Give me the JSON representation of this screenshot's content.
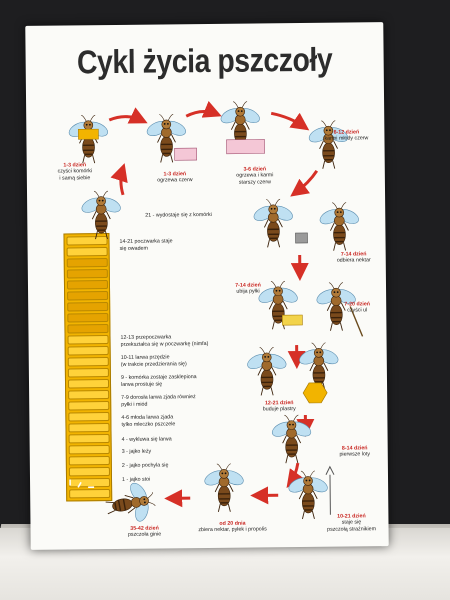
{
  "poster": {
    "title": "Cykl życia pszczoły",
    "stages": {
      "s1": {
        "day": "1-3 dzień",
        "text": "czyści komórki\ni samą siebie"
      },
      "s2": {
        "day": "1-3 dzień",
        "text": "ogrzewa czerw"
      },
      "s3": {
        "day": "3-6 dzień",
        "text": "ogrzewa i karmi\nstarszy czerw"
      },
      "s4": {
        "day": "6-12 dzień",
        "text": "karmi młody czerw"
      },
      "s5": {
        "day": "7-14 dzień",
        "text": "odbiera nektar"
      },
      "s6": {
        "day": "7-14 dzień",
        "text": "ubija pyłki"
      },
      "s7": {
        "day": "7-20 dzień",
        "text": "czyści ul"
      },
      "s8": {
        "day": "12-21 dzień",
        "text": "buduje plastry"
      },
      "s9": {
        "day": "8-14 dzień",
        "text": "pierwsze loty"
      },
      "s10": {
        "day": "10-21 dzień",
        "text": "staje się\npszczołą strażnikiem"
      },
      "s11": {
        "day": "od 20 dnia",
        "text": "zbiera nektar, pyłek i propolis"
      },
      "s12": {
        "day": "35-42 dzień",
        "text": "pszczoła ginie"
      }
    },
    "development": {
      "d21": "21 - wydostaje się z komórki",
      "d14": "14-21 poczwarka staje\nsię owadem",
      "d12": "12-13 przepoczwarka\nprzekształca się w poczwarkę (nimfa)",
      "d10": "10-11 larwa przędzie\n(w trakcie przedzierania się)",
      "d9": "9 - komórka zostaje zasklepiona\nlarwa prostuje się",
      "d7": "7-9 dorosła larwa zjada również\npyłki i miód",
      "d4": "4-6 młoda larwa zjada\ntylko mleczko pszczele",
      "d3b": "4 - wykluwa się larwa",
      "d3": "3 - jajko leży",
      "d2": "2 - jajko pochyla się",
      "d1": "1 - jajko stoi"
    }
  },
  "colors": {
    "accent": "#c8241f",
    "honey": "#f2b400",
    "bee": "#7a4a1c"
  }
}
